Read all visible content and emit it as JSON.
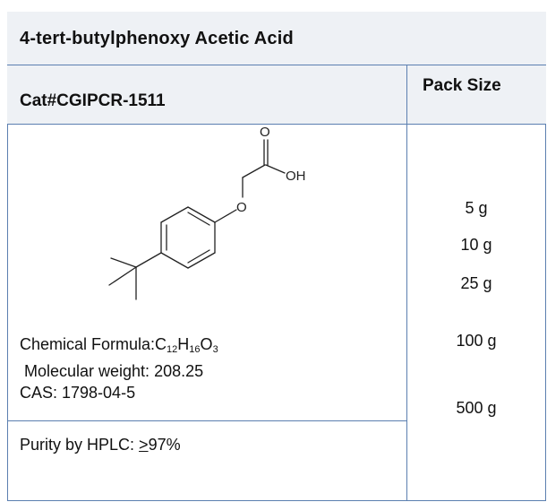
{
  "product": {
    "name": "4-tert-butylphenoxy Acetic Acid",
    "catalog": "Cat#CGIPCR-1511"
  },
  "pack_sizes": {
    "header": "Pack Size",
    "items": [
      "5 g",
      "10 g",
      "25 g",
      "100 g",
      "500 g"
    ]
  },
  "structure": {
    "atom_O_carbonyl": "O",
    "atom_OH": "OH",
    "atom_O_ether": "O"
  },
  "properties": {
    "formula_label": "Chemical Formula:",
    "formula_parts": [
      {
        "text": "C",
        "sub": "12"
      },
      {
        "text": "H",
        "sub": "16"
      },
      {
        "text": "O",
        "sub": "3"
      }
    ],
    "mw": "Molecular weight: 208.25",
    "cas": "CAS: 1798-04-5"
  },
  "purity": {
    "label": "Purity by HPLC: ",
    "symbol": ">",
    "value": "97%"
  }
}
